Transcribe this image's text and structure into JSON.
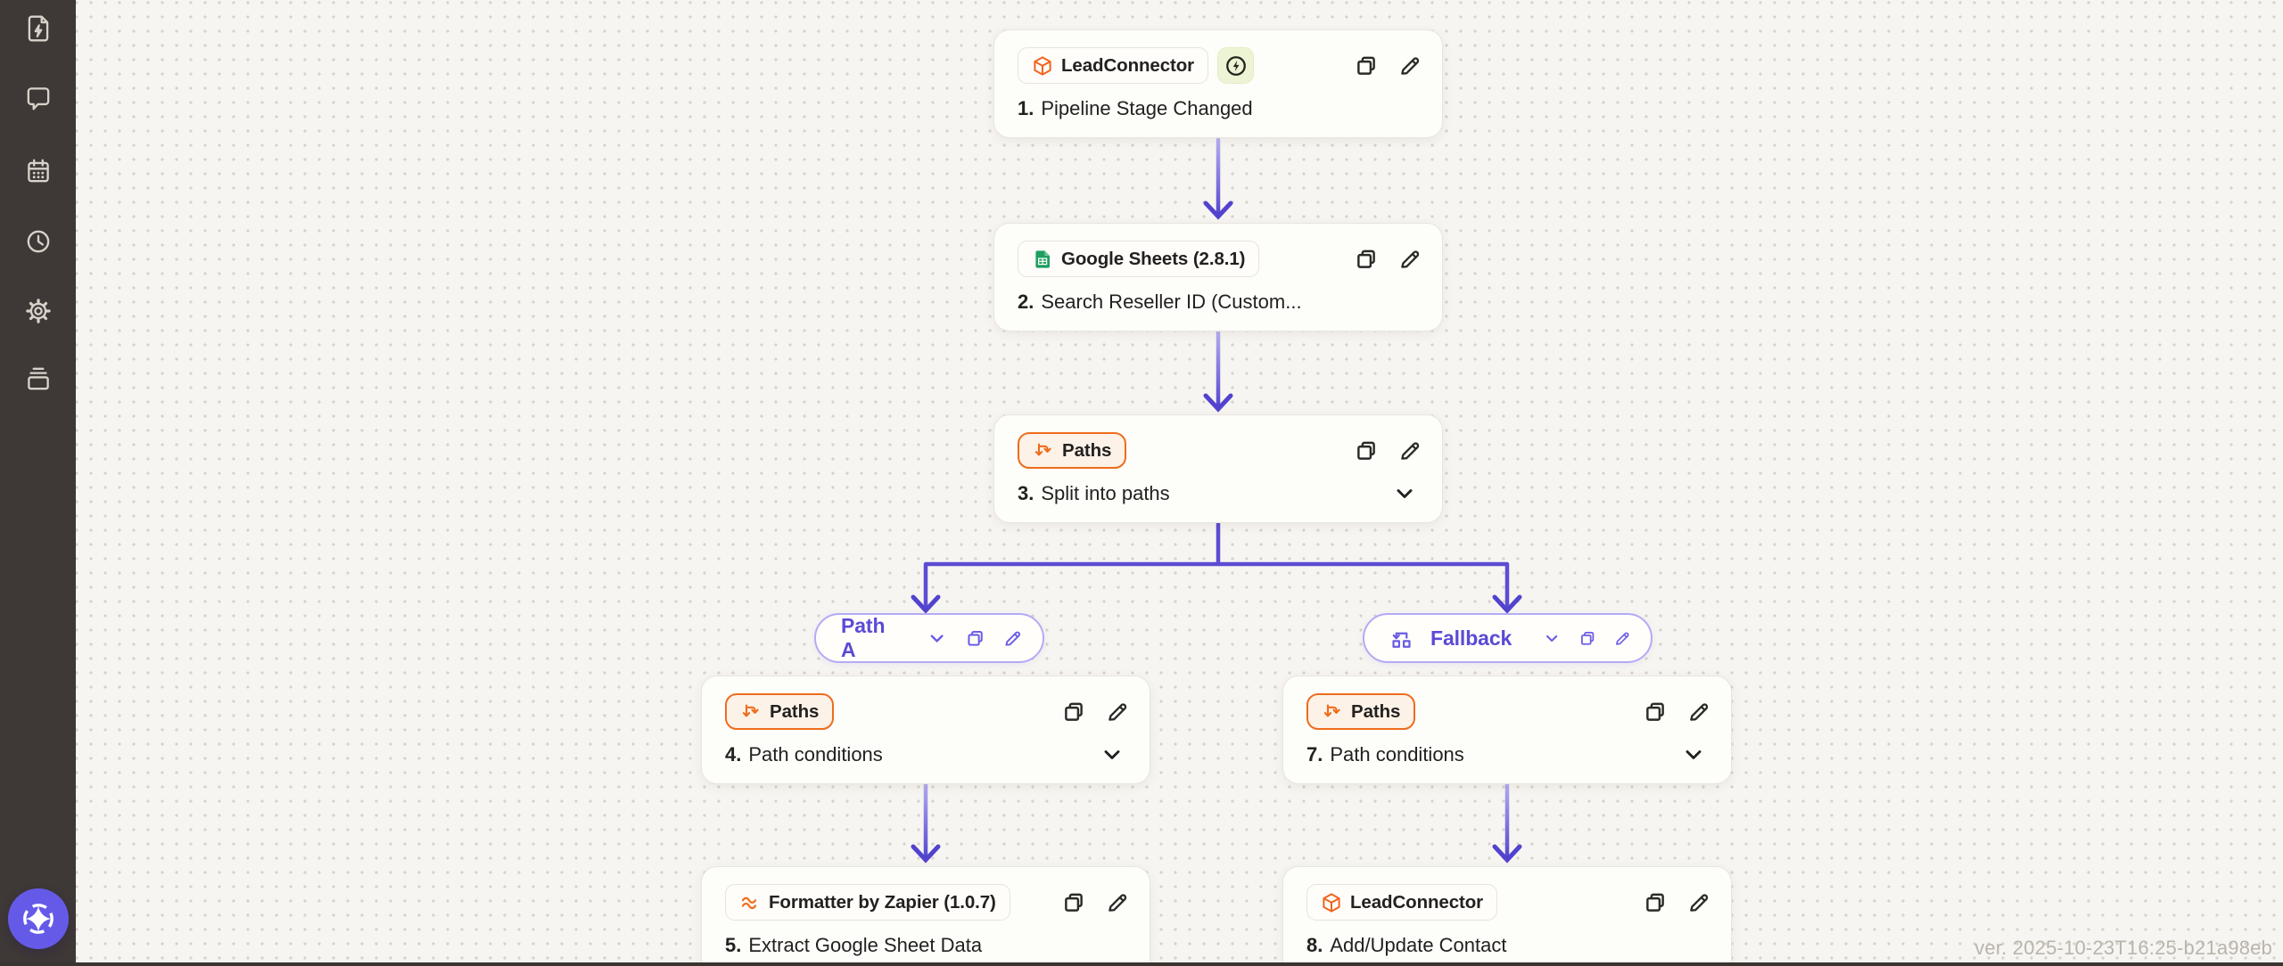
{
  "sidebar": {
    "icons": [
      "document-zap-icon",
      "chat-icon",
      "calendar-icon",
      "clock-icon",
      "settings-gear-icon",
      "versions-stack-icon"
    ],
    "copilot_icon": "sparkle-icon"
  },
  "workflow": {
    "nodes": [
      {
        "number": "1.",
        "title": "Pipeline Stage Changed",
        "app_label": "LeadConnector",
        "app_icon": "leadconnector-icon",
        "trigger_icon": "lightning-icon"
      },
      {
        "number": "2.",
        "title": "Search Reseller ID (Custom...",
        "app_label": "Google Sheets (2.8.1)",
        "app_icon": "google-sheets-icon"
      },
      {
        "number": "3.",
        "title": "Split into paths",
        "app_label": "Paths",
        "app_icon": "paths-split-icon",
        "has_expander": true
      },
      {
        "number": "4.",
        "title": "Path conditions",
        "app_label": "Paths",
        "app_icon": "paths-split-icon",
        "has_expander": true
      },
      {
        "number": "5.",
        "title": "Extract Google Sheet Data",
        "app_label": "Formatter by Zapier (1.0.7)",
        "app_icon": "formatter-icon"
      },
      {
        "number": "7.",
        "title": "Path conditions",
        "app_label": "Paths",
        "app_icon": "paths-split-icon",
        "has_expander": true
      },
      {
        "number": "8.",
        "title": "Add/Update Contact",
        "app_label": "LeadConnector",
        "app_icon": "leadconnector-icon"
      }
    ],
    "branches": [
      {
        "label": "Path A"
      },
      {
        "label": "Fallback",
        "icon": "fallback-icon"
      }
    ]
  },
  "footer": {
    "version_label": "ver. 2025-10-23T16:25-b21a98eb"
  },
  "colors": {
    "canvas_bg": "#f7f5f1",
    "sidebar_bg": "#3e3836",
    "card_bg": "#fdfdfa",
    "card_border": "#e9e4de",
    "accent_purple": "#5c4cd2",
    "branch_border": "#b5aaf5",
    "branch_text": "#5b4ad6",
    "paths_orange": "#ee6c1c",
    "paths_badge_bg": "#fdf2e7",
    "sheets_green": "#1f9e5f",
    "trigger_badge_bg": "#edf4d5",
    "leadconnector_orange": "#f2641c",
    "formatter_orange": "#f0701f",
    "copilot_purple": "#655ae8",
    "text_dark": "#22211f",
    "version_text": "#b9b4ac"
  }
}
